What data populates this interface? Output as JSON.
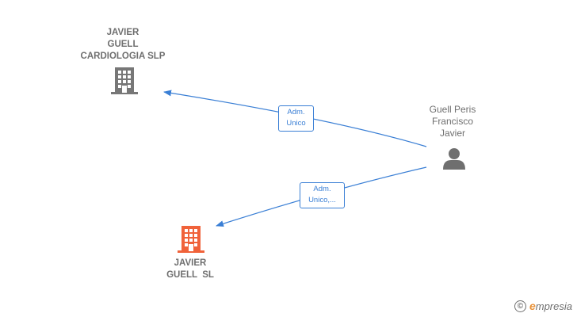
{
  "nodes": {
    "company_top": {
      "lines": [
        "JAVIER",
        "GUELL",
        "CARDIOLOGIA SLP"
      ],
      "icon": "building-icon",
      "color": "#777777"
    },
    "company_bottom": {
      "lines": [
        "JAVIER",
        "GUELL  SL"
      ],
      "icon": "building-icon",
      "color": "#f0623a"
    },
    "person": {
      "lines": [
        "Guell Peris",
        "Francisco",
        "Javier"
      ],
      "icon": "person-icon",
      "color": "#6f6f6f"
    }
  },
  "edges": [
    {
      "from": "person",
      "to": "company_top",
      "label_lines": [
        "Adm.",
        "Unico"
      ]
    },
    {
      "from": "person",
      "to": "company_bottom",
      "label_lines": [
        "Adm.",
        "Unico,..."
      ]
    }
  ],
  "colors": {
    "edge": "#3a7fd5",
    "text": "#6f6f6f"
  },
  "brand": {
    "copyright_symbol": "©",
    "initial": "e",
    "name_rest": "mpresia"
  }
}
